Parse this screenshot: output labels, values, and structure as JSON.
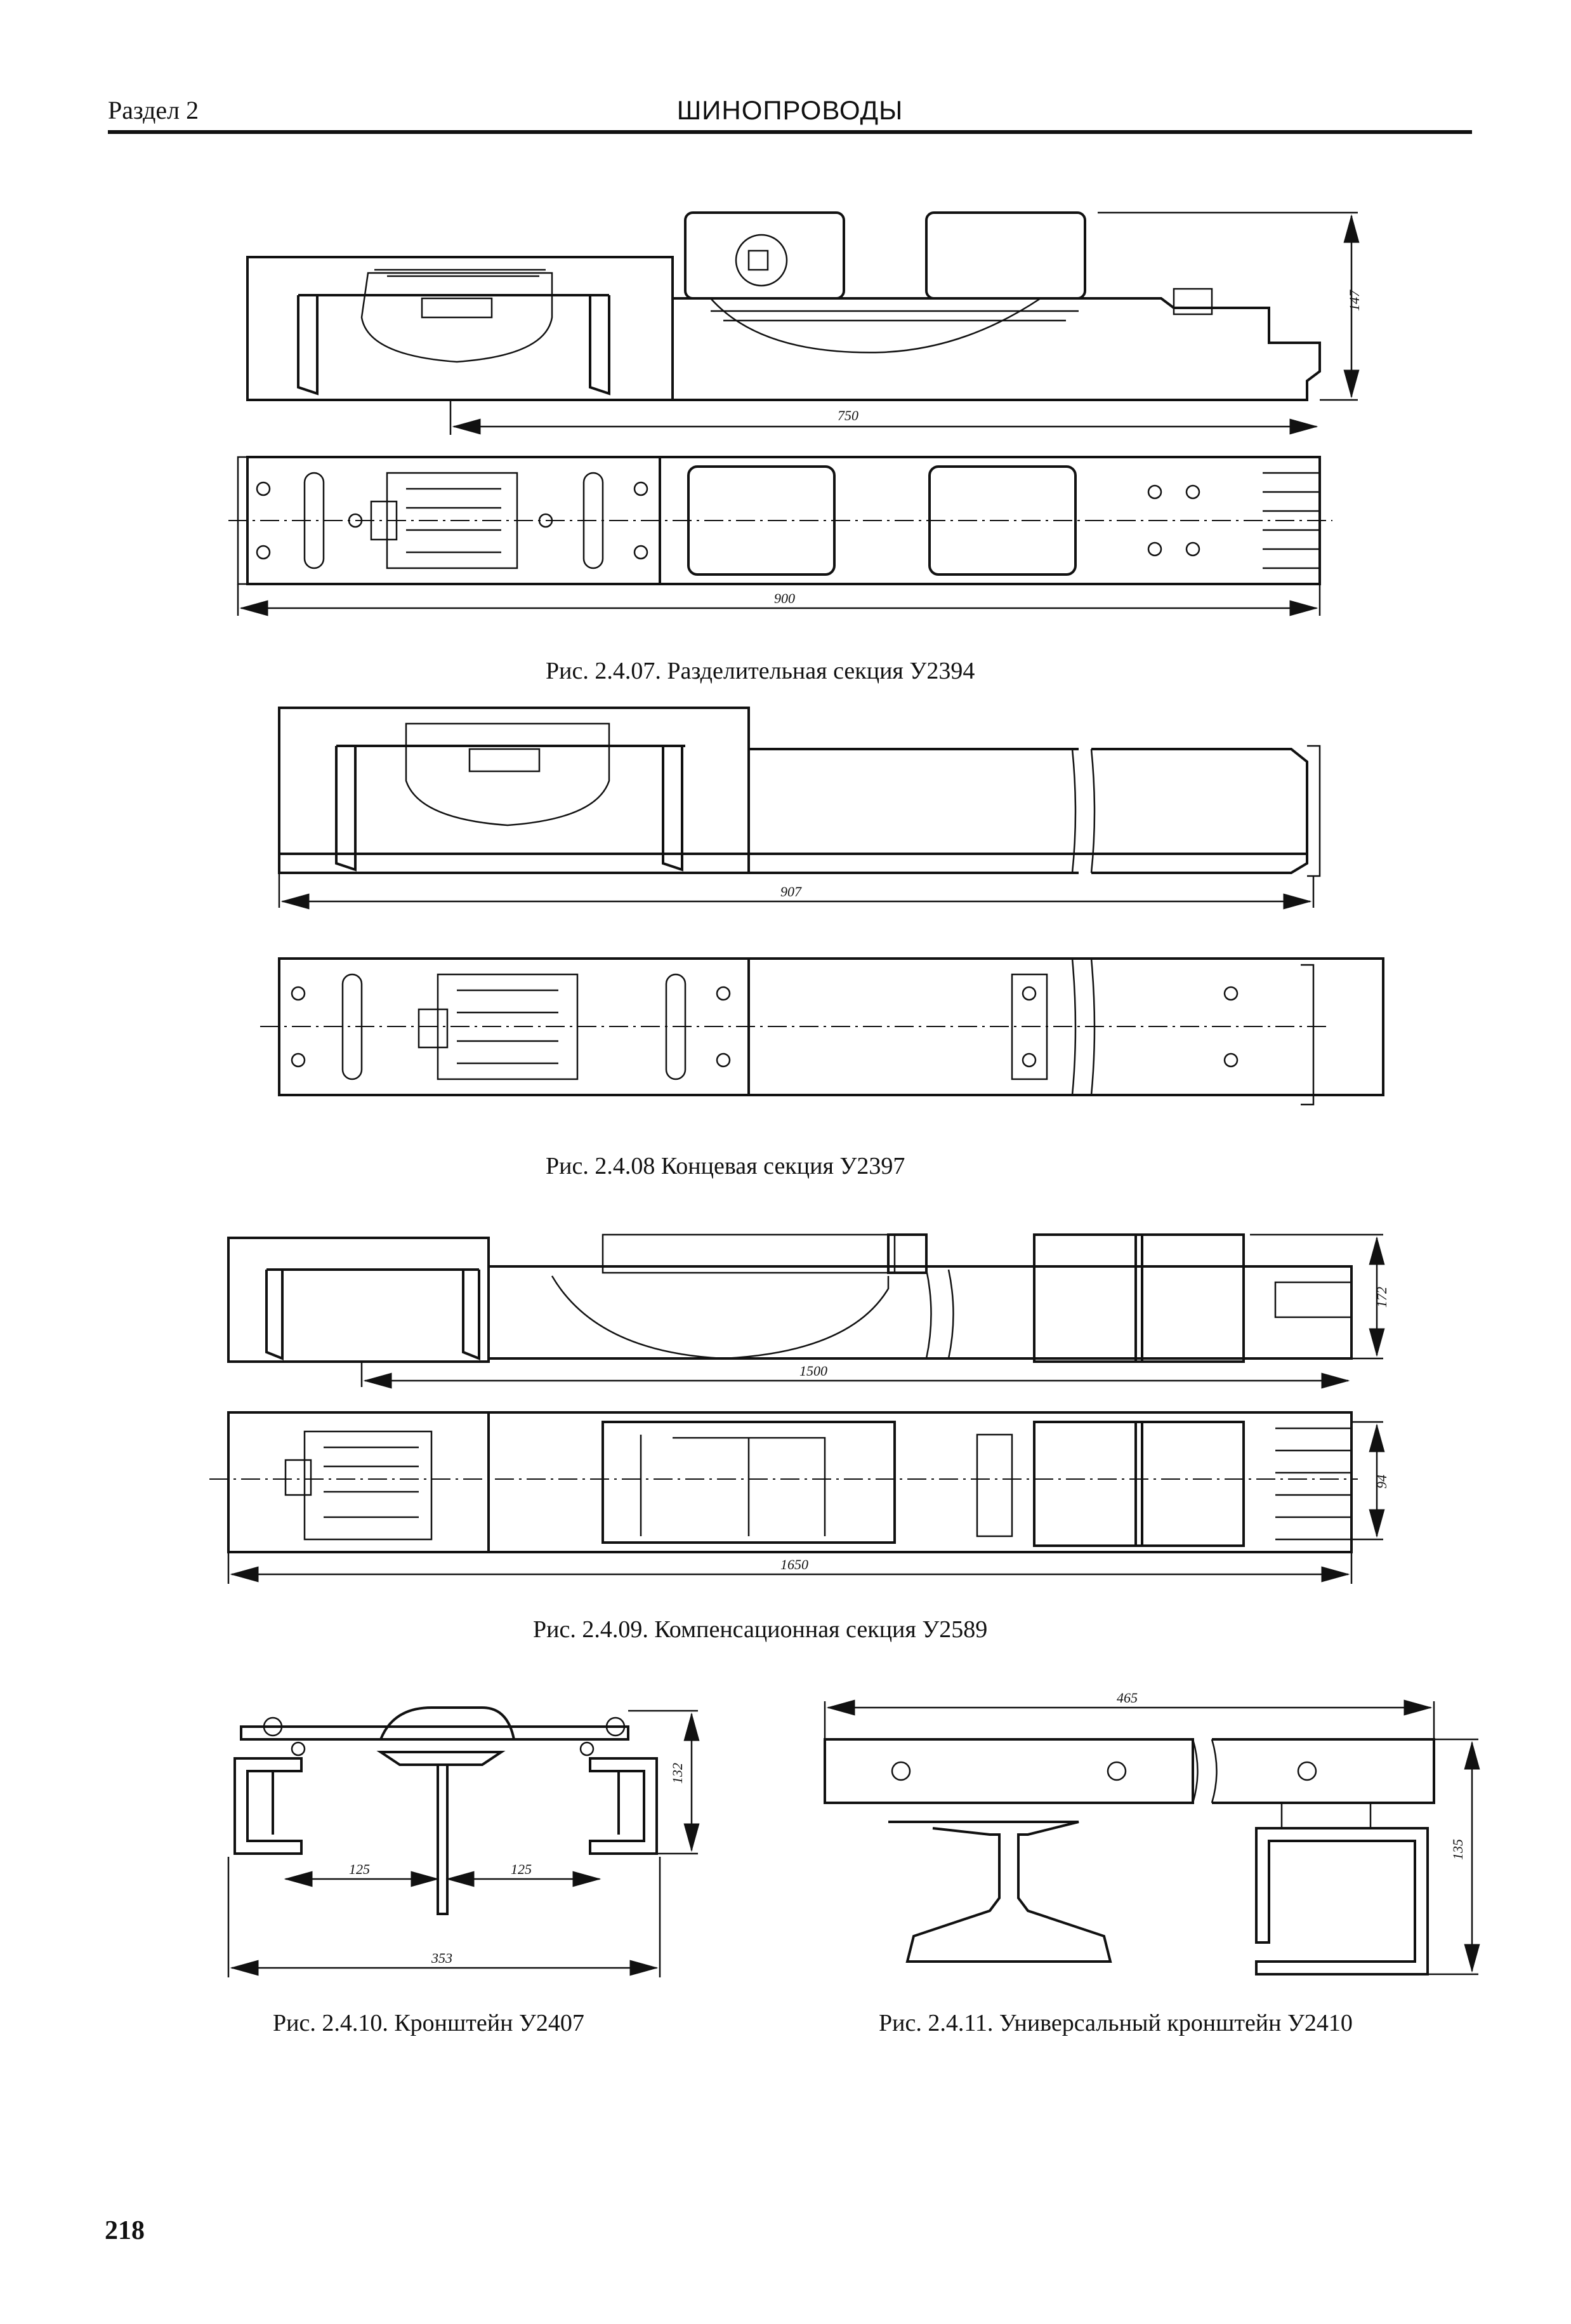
{
  "header": {
    "section": "Раздел 2",
    "title": "ШИНОПРОВОДЫ"
  },
  "figures": [
    {
      "caption": "Рис. 2.4.07. Разделительная секция У2394",
      "dims": [
        "147",
        "750",
        "900"
      ]
    },
    {
      "caption": "Рис. 2.4.08 Концевая секция У2397",
      "dims": [
        "907"
      ]
    },
    {
      "caption": "Рис. 2.4.09. Компенсационная секция У2589",
      "dims": [
        "172",
        "1500",
        "94",
        "1650"
      ]
    },
    {
      "caption": "Рис. 2.4.10. Кронштейн У2407",
      "dims": [
        "132",
        "125",
        "125",
        "353"
      ]
    },
    {
      "caption": "Рис. 2.4.11. Универсальный кронштейн У2410",
      "dims": [
        "465",
        "135"
      ]
    }
  ],
  "page_number": "218"
}
